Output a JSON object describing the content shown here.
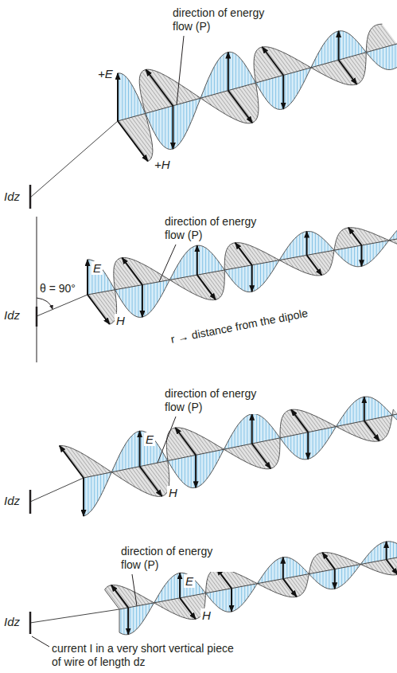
{
  "diagram": {
    "labels": [
      "direction of energy flow (P)",
      "+E",
      "+H",
      "Idz",
      "direction of energy flow (P)",
      "E",
      "θ = 90°",
      "Idz",
      "H",
      "r → distance from the dipole",
      "direction of energy flow (P)",
      "E",
      "H",
      "Idz",
      "direction of energy flow (P)",
      "E",
      "H",
      "Idz",
      "current I in a very short vertical piece of wire of length dz"
    ]
  }
}
